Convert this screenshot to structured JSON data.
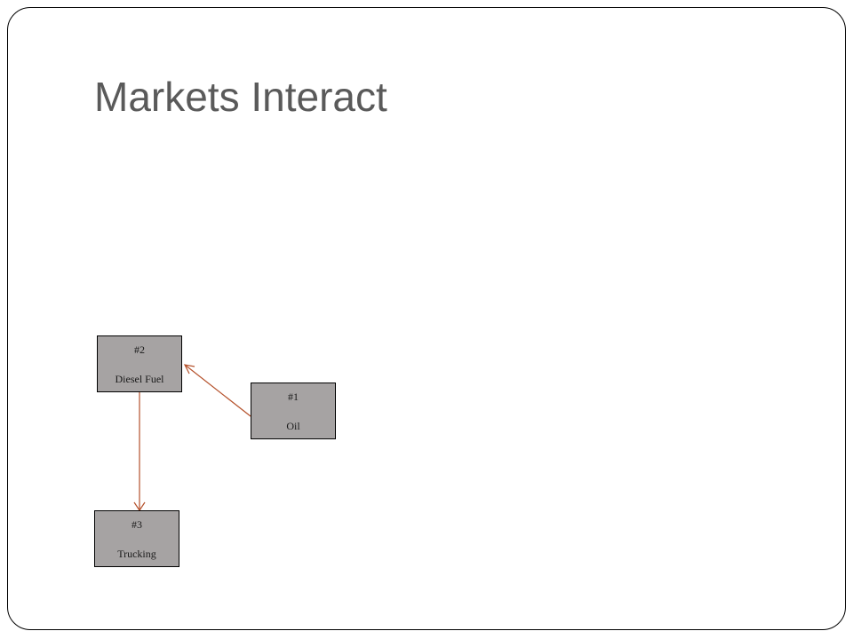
{
  "slide": {
    "title": "Markets Interact"
  },
  "nodes": {
    "diesel": {
      "number": "#2",
      "label": "Diesel Fuel"
    },
    "oil": {
      "number": "#1",
      "label": "Oil"
    },
    "trucking": {
      "number": "#3",
      "label": "Trucking"
    }
  },
  "edges": [
    {
      "from": "#1",
      "to": "#2"
    },
    {
      "from": "#2",
      "to": "#3"
    }
  ],
  "colors": {
    "title_text": "#5a5a5a",
    "node_fill": "#a6a3a3",
    "arrow": "#b5522c",
    "slide_border": "#000000"
  }
}
